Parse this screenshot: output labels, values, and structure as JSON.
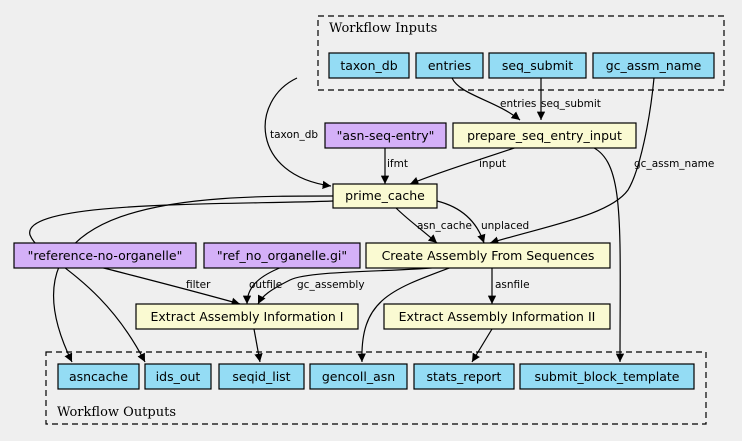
{
  "colors": {
    "background": "#efefef",
    "io_fill": "#94dcf4",
    "step_fill": "#fafad2",
    "literal_fill": "#d4b0f8",
    "stroke": "#000000"
  },
  "clusters": {
    "inputs_label": "Workflow Inputs",
    "outputs_label": "Workflow Outputs"
  },
  "inputs": {
    "taxon_db": "taxon_db",
    "entries": "entries",
    "seq_submit": "seq_submit",
    "gc_assm_name": "gc_assm_name"
  },
  "literals": {
    "asn_seq_entry": "\"asn-seq-entry\"",
    "reference_no_organelle": "\"reference-no-organelle\"",
    "ref_no_organelle_gi": "\"ref_no_organelle.gi\""
  },
  "steps": {
    "prepare_seq_entry_input": "prepare_seq_entry_input",
    "prime_cache": "prime_cache",
    "create_assembly": "Create Assembly From Sequences",
    "extract_info_1": "Extract Assembly Information I",
    "extract_info_2": "Extract Assembly Information II"
  },
  "outputs": {
    "asncache": "asncache",
    "ids_out": "ids_out",
    "seqid_list": "seqid_list",
    "gencoll_asn": "gencoll_asn",
    "stats_report": "stats_report",
    "submit_block_template": "submit_block_template"
  },
  "edge_labels": {
    "entries": "entries",
    "seq_submit": "seq_submit",
    "taxon_db": "taxon_db",
    "ifmt": "ifmt",
    "input": "input",
    "gc_assm_name": "gc_assm_name",
    "asn_cache": "asn_cache",
    "unplaced": "unplaced",
    "filter": "filter",
    "outfile": "outfile",
    "gc_assembly": "gc_assembly",
    "asnfile": "asnfile"
  }
}
